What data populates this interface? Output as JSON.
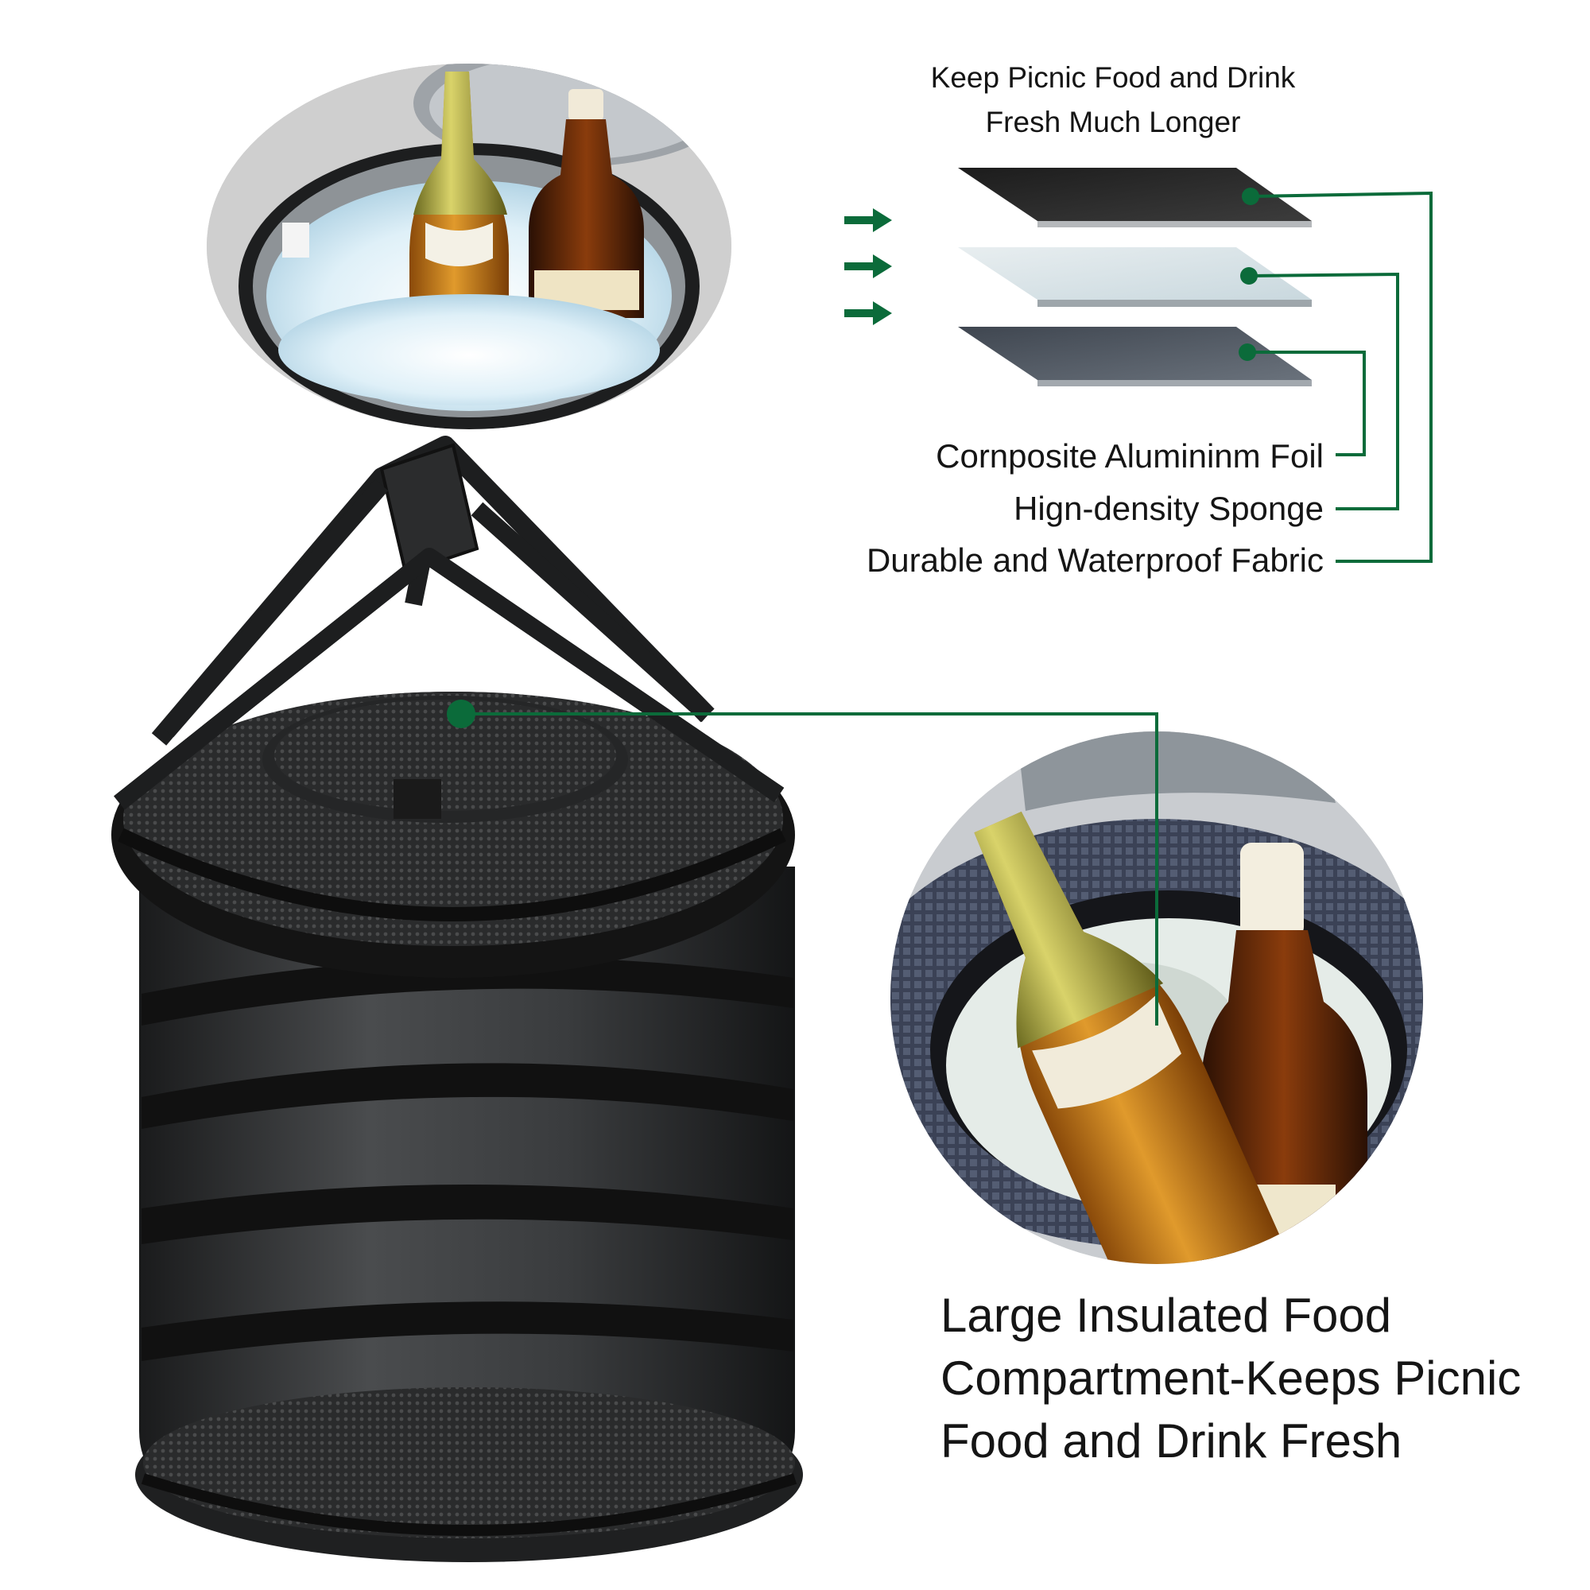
{
  "heading": {
    "line1": "Keep Picnic Food and Drink",
    "line2": "Fresh Much Longer"
  },
  "layers": [
    {
      "label": "Cornposite Alumininm Foil"
    },
    {
      "label": "Hign-density Sponge"
    },
    {
      "label": "Durable and Waterproof Fabric"
    }
  ],
  "caption": {
    "line1": "Large Insulated Food",
    "line2": "Compartment-Keeps Picnic",
    "line3": "Food and Drink Fresh"
  },
  "colors": {
    "accent_green": "#0b6b3a",
    "fabric_top": "#2a2a2a",
    "sponge_mid": "#d9e3e8",
    "foil_bottom": "#4f5661",
    "bag_body": "#2f3133"
  },
  "icons": {
    "arrow": "right-arrow-icon",
    "dot": "callout-dot-icon"
  }
}
